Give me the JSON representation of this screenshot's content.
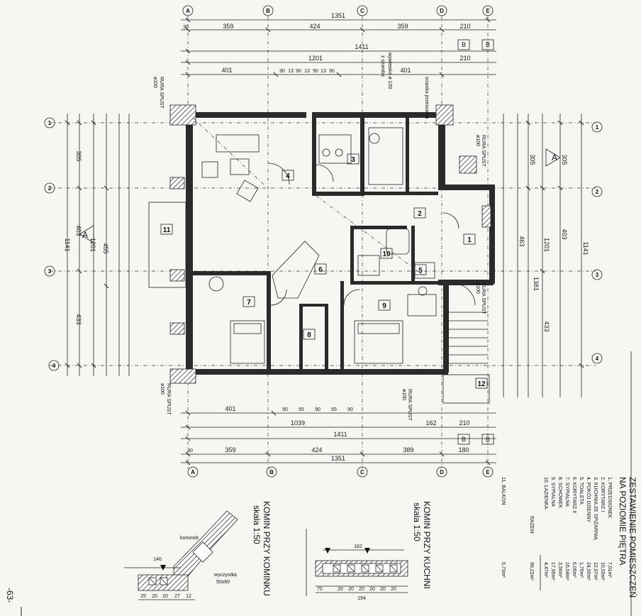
{
  "axes": {
    "letters": [
      "A",
      "B",
      "C",
      "D",
      "E"
    ],
    "numbers": [
      "1",
      "2",
      "3",
      "4"
    ]
  },
  "dims": {
    "top_total": "1351",
    "top_segs": [
      "30",
      "359",
      "424",
      "359",
      "210"
    ],
    "top_1411": "1411",
    "top_1201": "1201",
    "top_inner": [
      "401",
      "90",
      "13",
      "90",
      "13",
      "90",
      "13",
      "90",
      "401",
      "210"
    ],
    "bottom_total": "1351",
    "bottom_segs": [
      "30",
      "359",
      "424",
      "389",
      "180"
    ],
    "bottom_1411": "1411",
    "bottom_1039": "1039",
    "bottom_inner": [
      "401",
      "90",
      "65",
      "90",
      "65",
      "90",
      "162",
      "210"
    ],
    "left_1141": "1141",
    "left_segs": [
      "305",
      "403",
      "433"
    ],
    "left_1201": "1201",
    "left_455": "455",
    "right_1141": "1141",
    "right_segs": [
      "305",
      "403",
      "433"
    ],
    "right_1201": "1201",
    "right_463": "463",
    "right_1381": "1381"
  },
  "rooms": [
    "1",
    "2",
    "3",
    "4",
    "5",
    "6",
    "7",
    "8",
    "9",
    "10",
    "11",
    "12"
  ],
  "annotations": {
    "rura_spust": "RURA SPUST",
    "rura_dia": "ø100",
    "wywiewka": "wywiewka ø 100",
    "z_szamba": "z szamba",
    "scianka": "scianka przesuwna",
    "komin_label": "kominek",
    "wyczystka": "wyczystka",
    "wyczystka_size": "50x60"
  },
  "chimney_kitchen": {
    "title": "KOMIN PRZY KUCHNI",
    "scale": "skala 1:50",
    "dims": [
      "182",
      "194",
      "70",
      "20",
      "20",
      "20",
      "20",
      "20",
      "20"
    ]
  },
  "chimney_fireplace": {
    "title": "KOMIN PRZY KOMINKU",
    "scale": "skala 1:50",
    "dims": [
      "146",
      "25",
      "20",
      "20",
      "27",
      "12"
    ]
  },
  "summary": {
    "title_line1": "ZESTAWIENIE POMIESZCZEŃ",
    "title_line2": "NA POZIOMIE PIĘTRA",
    "items": [
      {
        "name": "1. PRZEDSIONEK",
        "area": "7,01m²"
      },
      {
        "name": "2. KORYTARZ I",
        "area": "10,55m²"
      },
      {
        "name": "3. KUCHNIA ZE SPIŻARNIĄ",
        "area": "12,07m²"
      },
      {
        "name": "4. POKÓJ DZIENNY",
        "area": "24,60m²"
      },
      {
        "name": "5. TOALETA",
        "area": "1,76m²"
      },
      {
        "name": "6. KORYTARZ II",
        "area": "6,05m²"
      },
      {
        "name": "7. SYPIALNA",
        "area": "16,04m²"
      },
      {
        "name": "8. SCHOWEK",
        "area": "3,56m²"
      },
      {
        "name": "9. SYPIALNA",
        "area": "17,95m²"
      },
      {
        "name": "10. ŁAZIENKA",
        "area": "4,47m²"
      }
    ],
    "razem_label": "RAZEM:",
    "razem_value": "99,22m²",
    "balkon_name": "11. BALKON",
    "balkon_area": "6,73m²"
  },
  "margin_mark": "-63-"
}
